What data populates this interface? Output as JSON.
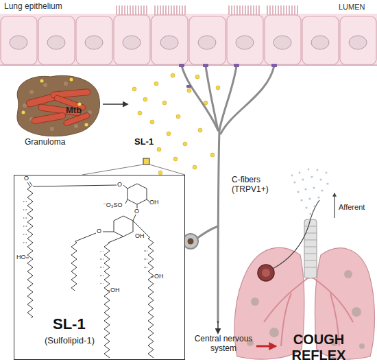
{
  "diagram": {
    "nodes": [
      {
        "text": [
          "Mtb",
          "Granuloma"
        ]
      },
      {
        "text": [
          "SL-1",
          "(Sulfolipid-1)"
        ]
      },
      {
        "text": [
          "Central nervous system"
        ]
      },
      {
        "text": [
          "COUGH REFLEX"
        ]
      }
    ],
    "edges": [
      {
        "from": 2,
        "to": 3,
        "arrow": "to"
      }
    ],
    "labels": [
      "Lung epithelium",
      "LUMEN",
      "SL-1",
      "C-fibers (TRPV1+)",
      "Afferent",
      "O",
      "O",
      "⁻O₃SO",
      "O",
      "OH",
      "O",
      "OH",
      "HO",
      "OH",
      "OH"
    ]
  }
}
